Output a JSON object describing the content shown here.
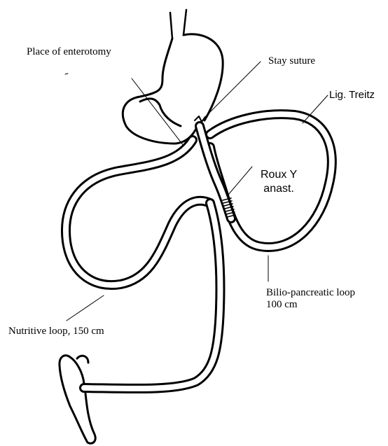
{
  "labels": {
    "place_of_enterotomy": "Place of enterotomy",
    "stay_suture": "Stay suture",
    "lig_treitz": "Lig. Treitz",
    "roux_y_line1": "Roux Y",
    "roux_y_line2": "anast.",
    "bilio_line1": "Bilio-pancreatic loop",
    "bilio_line2": "100 cm",
    "nutritive_loop": "Nutritive loop, 150 cm"
  },
  "colors": {
    "stroke": "#000000",
    "fill": "#ffffff"
  }
}
